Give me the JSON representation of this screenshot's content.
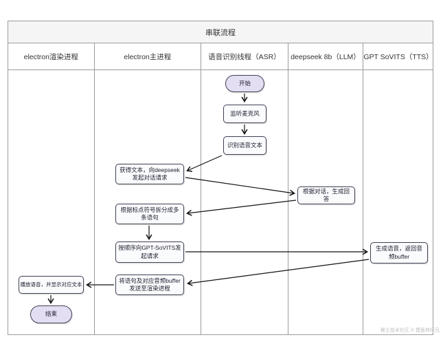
{
  "title": "串联流程",
  "lanes": [
    {
      "label": "electron渲染进程"
    },
    {
      "label": "electron主进程"
    },
    {
      "label": "语音识别线程（ASR）"
    },
    {
      "label": "deepseek 8b（LLM）"
    },
    {
      "label": "GPT SoVITS（TTS）"
    }
  ],
  "nodes": {
    "start": "开始",
    "listen_mic": "监听麦克风",
    "recognize_text": "识别语音文本",
    "get_text": "获得文本，向deepseek发起对话请求",
    "split_sentences": "根据标点符号拆分成多条语句",
    "request_tts": "按顺序向GPT-SoVITS发起请求",
    "send_to_render": "将语句及对应音频buffer发送至渲染进程",
    "play_audio": "播放语音，并显示对应文本",
    "end": "结束",
    "generate_answer": "根据对话，生成回答",
    "generate_speech": "生成语音，返回音频buffer"
  },
  "watermark": "稀土技术社区 © 摸鱼林师兄",
  "colors": {
    "title_bg": "#f5f5f5",
    "frame_border": "#9b9b9b",
    "node_border": "#3f3f54",
    "node_fill": "#fafbfd",
    "terminal_fill": "#e4def2",
    "arrow": "#111111"
  }
}
